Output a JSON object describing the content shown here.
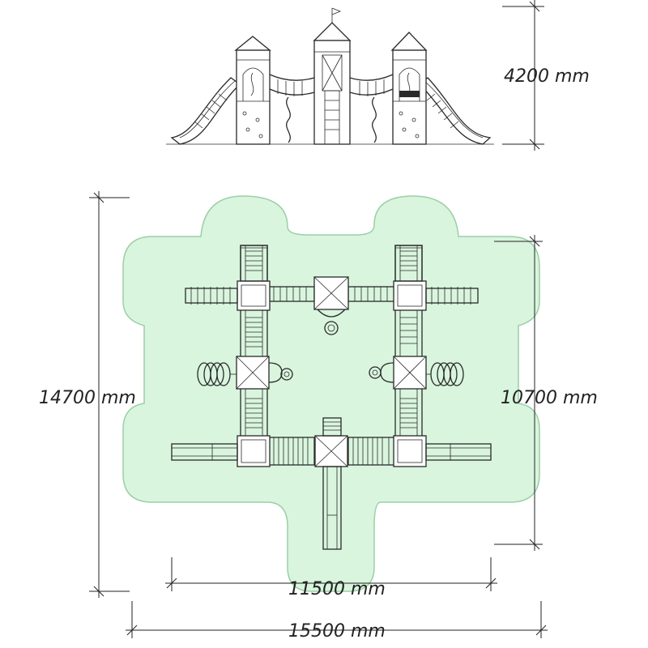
{
  "dimensions": {
    "height": "4200 mm",
    "depth_overall": "14700 mm",
    "depth_inner": "10700 mm",
    "width_inner": "11500 mm",
    "width_overall": "15500 mm"
  },
  "colors": {
    "safety_zone_fill": "#d9f5de",
    "safety_zone_stroke": "#9ccfa5",
    "ink": "#2a2a2a"
  }
}
